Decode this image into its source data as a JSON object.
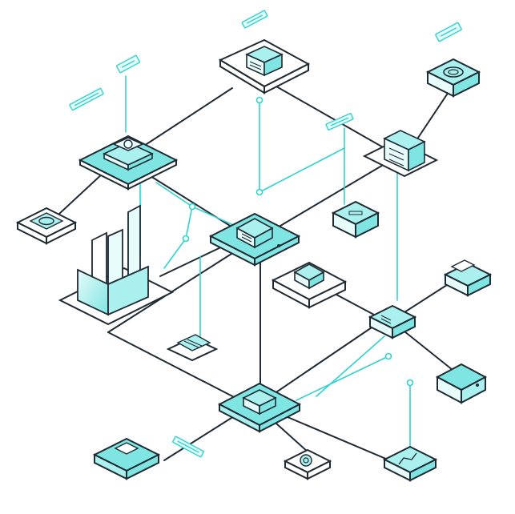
{
  "colors": {
    "background": "#ffffff",
    "outline": "#1f2a33",
    "accent": "#2ed3d0",
    "accent_light": "#a9f0ee",
    "accent_pale": "#e6fbfa"
  },
  "nodes": [
    {
      "id": "router-top",
      "icon": "router-icon"
    },
    {
      "id": "chip-router-right",
      "icon": "chip-router-icon"
    },
    {
      "id": "server-stack-left",
      "icon": "server-stack-icon"
    },
    {
      "id": "building-right",
      "icon": "building-icon"
    },
    {
      "id": "module-left",
      "icon": "module-icon"
    },
    {
      "id": "hub-center",
      "icon": "hub-icon"
    },
    {
      "id": "box-right",
      "icon": "box-icon"
    },
    {
      "id": "tower-folder",
      "icon": "tower-folder-icon"
    },
    {
      "id": "cpu-switch",
      "icon": "cpu-switch-icon"
    },
    {
      "id": "laptop-right",
      "icon": "laptop-icon"
    },
    {
      "id": "switch-right",
      "icon": "switch-icon"
    },
    {
      "id": "device-mid",
      "icon": "memory-device-icon"
    },
    {
      "id": "display-right",
      "icon": "display-icon"
    },
    {
      "id": "hub-bottom",
      "icon": "hub-icon"
    },
    {
      "id": "printer-left",
      "icon": "printer-icon"
    },
    {
      "id": "gear-device",
      "icon": "gear-device-icon"
    },
    {
      "id": "chart-device",
      "icon": "chart-device-icon"
    }
  ],
  "tags": [
    {
      "id": "tag-top"
    },
    {
      "id": "tag-top-right"
    },
    {
      "id": "tag-left-1"
    },
    {
      "id": "tag-left-2"
    },
    {
      "id": "tag-center"
    },
    {
      "id": "tag-bottom"
    }
  ]
}
